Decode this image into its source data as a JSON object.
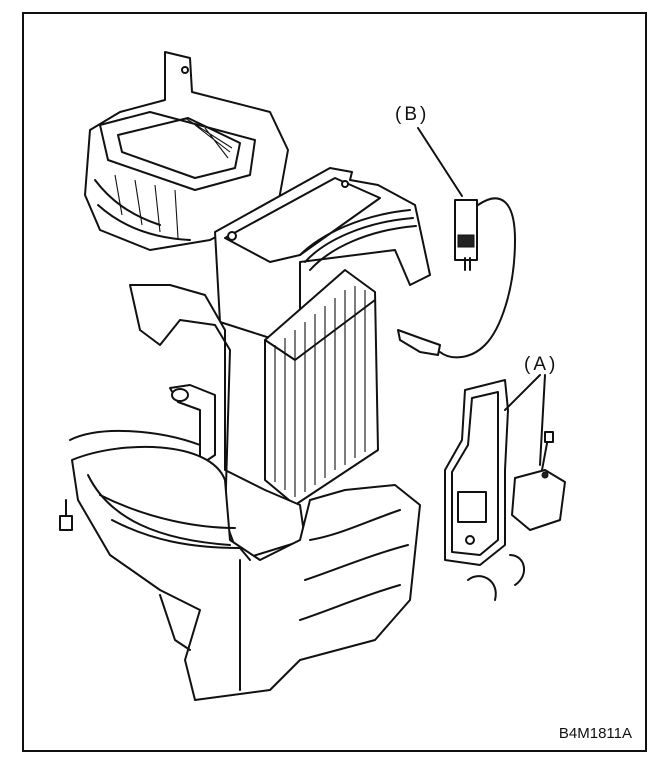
{
  "labels": {
    "part_b": "(B)",
    "part_a": "(A)"
  },
  "figure_code": "B4M1811A",
  "colors": {
    "ink": "#111111",
    "paper": "#ffffff"
  }
}
